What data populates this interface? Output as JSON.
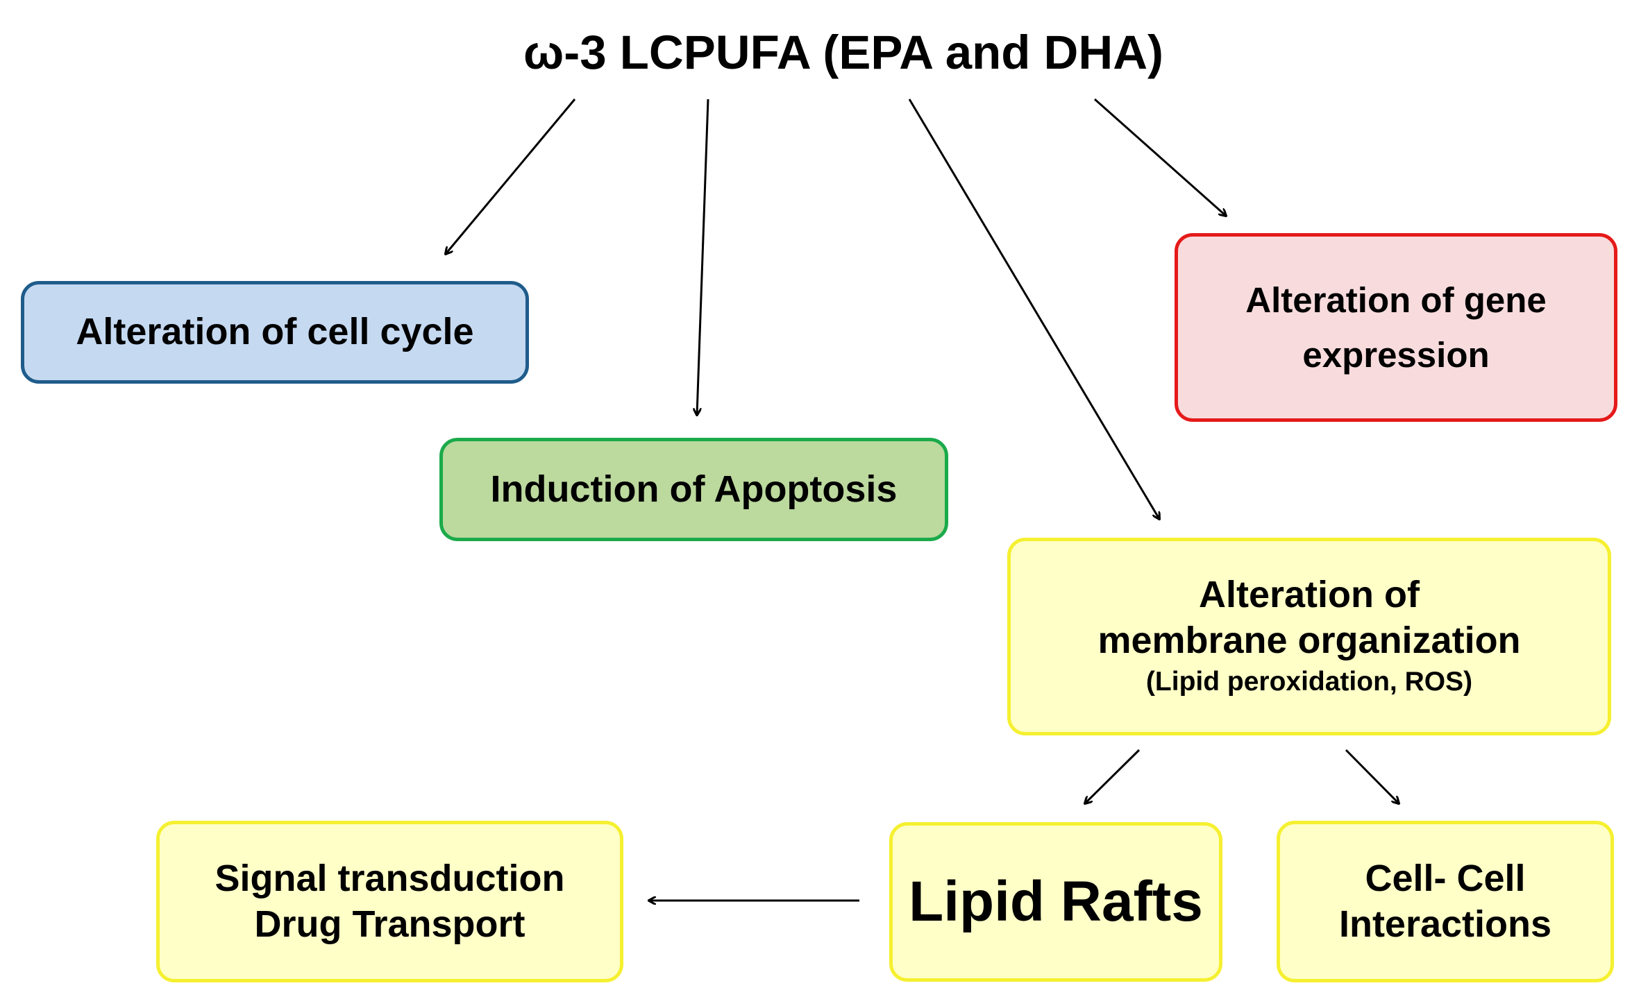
{
  "title": "ω-3 LCPUFA (EPA and DHA)",
  "colors": {
    "blue_fill": "#C5D9F1",
    "blue_border": "#1F5C8B",
    "green_fill": "#BCD99E",
    "green_border": "#1BAA4B",
    "red_fill": "#F8DCDD",
    "red_border": "#E51A1A",
    "yellow_fill": "#FFFFC8",
    "yellow_border": "#F5F030",
    "arrow": "#000000"
  },
  "nodes": {
    "cell_cycle": {
      "lines": [
        "Alteration of cell cycle"
      ]
    },
    "apoptosis": {
      "lines": [
        "Induction of Apoptosis"
      ]
    },
    "gene_expression": {
      "lines": [
        "Alteration of gene",
        "expression"
      ]
    },
    "membrane": {
      "lines": [
        "Alteration of",
        "membrane organization"
      ],
      "note": "(Lipid peroxidation, ROS)"
    },
    "signal": {
      "lines": [
        "Signal transduction",
        "Drug Transport"
      ]
    },
    "lipid_rafts": {
      "lines": [
        "Lipid Rafts"
      ]
    },
    "cell_cell": {
      "lines": [
        "Cell- Cell",
        "Interactions"
      ]
    }
  },
  "edges": [
    {
      "from": "title",
      "to": "cell_cycle"
    },
    {
      "from": "title",
      "to": "apoptosis"
    },
    {
      "from": "title",
      "to": "membrane"
    },
    {
      "from": "title",
      "to": "gene_expression"
    },
    {
      "from": "membrane",
      "to": "lipid_rafts"
    },
    {
      "from": "membrane",
      "to": "cell_cell"
    },
    {
      "from": "lipid_rafts",
      "to": "signal"
    }
  ]
}
